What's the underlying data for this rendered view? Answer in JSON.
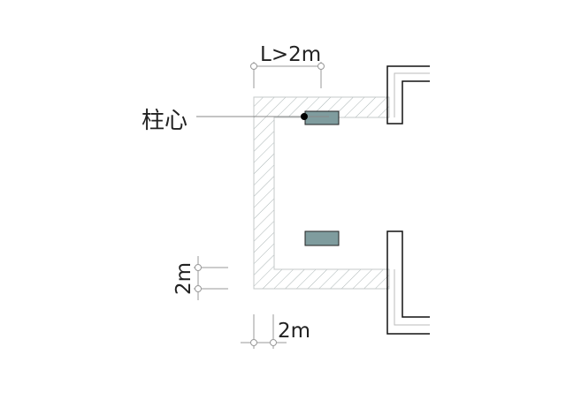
{
  "labels": {
    "column_center": "柱心",
    "length_dim": "L>2m",
    "wall_thickness_dim": "2m",
    "wall_width_dim": "2m"
  },
  "colors": {
    "column_fill": "#7f9c9e",
    "hatch": "#b8c0c0",
    "dim_line": "#999999"
  }
}
